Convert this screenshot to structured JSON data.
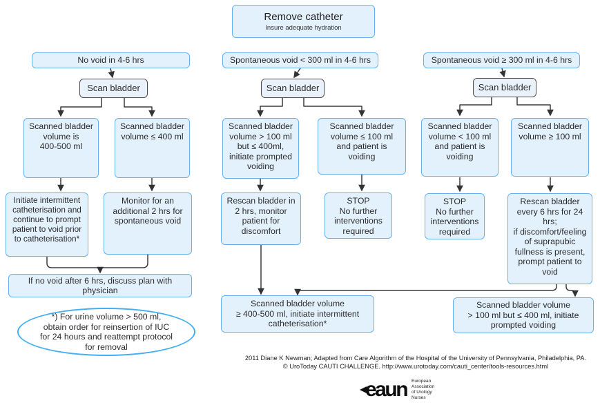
{
  "colors": {
    "box_fill": "#e3f1fd",
    "box_border_blue": "#65b0f1",
    "scan_border_gray": "#4c4c4c",
    "ellipse_border": "#41aff2",
    "connector_line": "#3a3a3a"
  },
  "flow": {
    "start": {
      "title": "Remove catheter",
      "subtitle": "Insure adequate hydration"
    },
    "left": {
      "header": "No void in 4-6 hrs",
      "scan": "Scan bladder",
      "vol_high": "Scanned bladder\nvolume is\n400-500 ml",
      "vol_low": "Scanned bladder\nvolume ≤ 400 ml",
      "act_high": "Initiate intermittent\ncatheterisation and\ncontinue to prompt\npatient to void prior\nto catheterisation*",
      "act_low": "Monitor for an\nadditional 2 hrs for\nspontaneous void",
      "merge": "If no void after 6 hrs, discuss plan with\nphysician",
      "note": "*) For urine volume > 500 ml,\nobtain order for reinsertion of IUC\nfor 24 hours and reattempt protocol\nfor removal"
    },
    "middle": {
      "header": "Spontaneous void < 300 ml in 4-6 hrs",
      "scan": "Scan bladder",
      "vol_high": "Scanned bladder\nvolume > 100 ml\nbut ≤ 400ml,\ninitiate prompted\nvoiding",
      "vol_low": "Scanned bladder\nvolume ≤ 100 ml\nand patient is\nvoiding",
      "act_high": "Rescan bladder in\n2 hrs, monitor\npatient for\ndiscomfort",
      "stop": {
        "title": "STOP",
        "body": "No further\ninterventions\nrequired"
      },
      "outcome": "Scanned bladder volume\n≥ 400-500 ml, initiate intermittent\ncatheterisation*"
    },
    "right": {
      "header": "Spontaneous void ≥ 300 ml in 4-6 hrs",
      "scan": "Scan bladder",
      "vol_low": "Scanned bladder\nvolume < 100 ml\nand patient is\nvoiding",
      "vol_high": "Scanned bladder\nvolume ≥ 100 ml",
      "stop": {
        "title": "STOP",
        "body": "No further\ninterventions\nrequired"
      },
      "act_high": "Rescan bladder\nevery 6 hrs for 24\nhrs;\nif discomfort/feeling\nof suprapubic\nfullness is present,\nprompt patient to\nvoid",
      "outcome": "Scanned bladder volume\n> 100 ml but ≤ 400 ml, initiate\nprompted voiding"
    },
    "footer": {
      "line1": "2011 Diane K Newman; Adapted from Care Algorithm of the Hospital of the University of Pennsylvania, Philadelphia, PA.",
      "line2": "© UroToday CAUTI CHALLENGE. http://www.urotoday.com/cauti_center/tools-resources.html"
    },
    "logo": {
      "acronym": "eaun",
      "name": "European\nAssociation\nof Urology\nNurses"
    }
  }
}
